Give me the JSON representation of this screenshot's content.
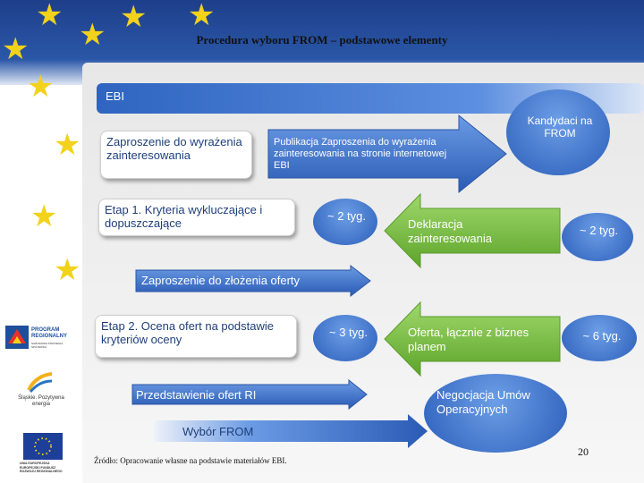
{
  "title": "Procedura wyboru FROM – podstawowe elementy",
  "ebi_label": "EBI",
  "invitation_box": "Zaproszenie do wyrażenia zainteresowania",
  "publication_arrow": "Publikacja Zaproszenia do wyrażenia zainteresowania na stronie internetowej EBI",
  "candidates_circle": "Kandydaci na FROM",
  "stage1_box": "Etap 1. Kryteria wykluczające i dopuszczające",
  "stage1_duration": "~ 2 tyg.",
  "declaration_arrow": "Deklaracja zainteresowania",
  "declaration_duration": "~ 2 tyg.",
  "offer_invitation_arrow": "Zaproszenie do złożenia oferty",
  "stage2_box": "Etap 2. Ocena ofert na podstawie kryteriów oceny",
  "stage2_duration": "~ 3 tyg.",
  "offer_arrow": "Oferta, łącznie z biznes planem",
  "offer_duration": "~ 6 tyg.",
  "presentation_arrow": "Przedstawienie ofert RI",
  "selection_arrow": "Wybór FROM",
  "negotiation_circle": "Negocjacja Umów Operacyjnych",
  "source_note": "Źródło: Opracowanie własne na podstawie materiałów EBI.",
  "page_number": "20",
  "logos": {
    "program": "PROGRAM REGIONALNY",
    "program_sub": "NARODOWA STRATEGIA SPÓJNOŚCI",
    "slaskie": "Śląskie. Pozytywna energia",
    "eu": "UNIA EUROPEJSKA EUROPEJSKI FUNDUSZ ROZWOJU REGIONALNEGO"
  },
  "colors": {
    "blue": "#2f64c0",
    "green": "#7ac043",
    "star": "#f2d21b",
    "text_dark_blue": "#1f3f7a"
  }
}
